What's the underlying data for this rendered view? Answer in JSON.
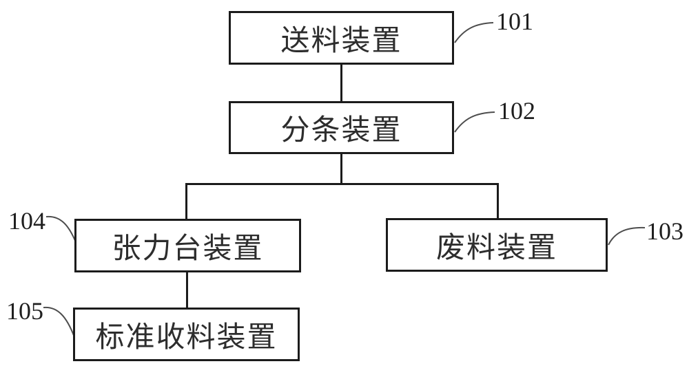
{
  "figure": {
    "type": "flow-block-diagram",
    "background_color": "#ffffff",
    "box_border_color": "#1b1b1b",
    "connector_color": "#1b1b1b",
    "leader_line_color": "#4d4d4d",
    "text_color": "#2d2d2d",
    "nodes": {
      "n101": {
        "label": "送料装置",
        "ref": "101"
      },
      "n102": {
        "label": "分条装置",
        "ref": "102"
      },
      "n103": {
        "label": "废料装置",
        "ref": "103"
      },
      "n104": {
        "label": "张力台装置",
        "ref": "104"
      },
      "n105": {
        "label": "标准收料装置",
        "ref": "105"
      }
    },
    "connections": [
      "101 -> 102",
      "102 -> 104",
      "102 -> 103",
      "104 -> 105"
    ]
  }
}
